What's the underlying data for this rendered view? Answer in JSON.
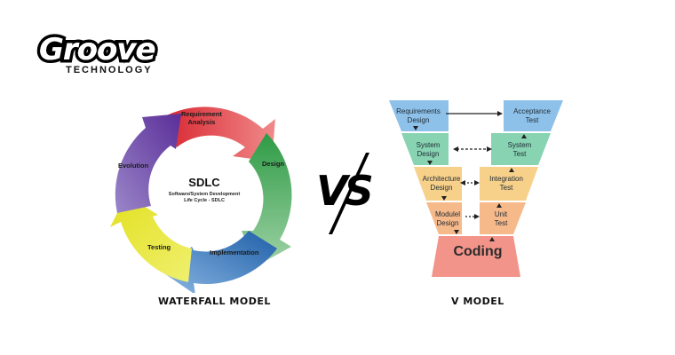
{
  "logo": {
    "word": "Groove",
    "sub": "TECHNOLOGY"
  },
  "waterfall": {
    "center_title": "SDLC",
    "center_subtitle_line1": "Software/System Development",
    "center_subtitle_line2": "Life Cycle - SDLC",
    "segments": {
      "requirement_line1": "Requirement",
      "requirement_line2": "Analysis",
      "design": "Design",
      "implementation": "Implementation",
      "testing": "Testing",
      "evolution": "Evolution"
    },
    "caption": "WATERFALL MODEL",
    "colors": {
      "requirement": "#e0333a",
      "design": "#37a24a",
      "implementation": "#2f6fb8",
      "testing": "#e6e63a",
      "evolution": "#6a3ea0"
    }
  },
  "vs": {
    "text": "VS"
  },
  "vmodel": {
    "left": {
      "requirements_line1": "Requirements",
      "requirements_line2": "Design",
      "system_line1": "System",
      "system_line2": "Design",
      "architecture_line1": "Architecture",
      "architecture_line2": "Design",
      "module_line1": "Modulel",
      "module_line2": "Design"
    },
    "right": {
      "acceptance_line1": "Acceptance",
      "acceptance_line2": "Test",
      "system_line1": "System",
      "system_line2": "Test",
      "integration_line1": "Integration",
      "integration_line2": "Test",
      "unit_line1": "Unit",
      "unit_line2": "Test"
    },
    "coding": "Coding",
    "caption": "V MODEL",
    "colors": {
      "row1": "#8ec1ea",
      "row2": "#87d3b2",
      "row3": "#f7d08a",
      "row4": "#f6b98a",
      "coding": "#f3948a"
    }
  }
}
